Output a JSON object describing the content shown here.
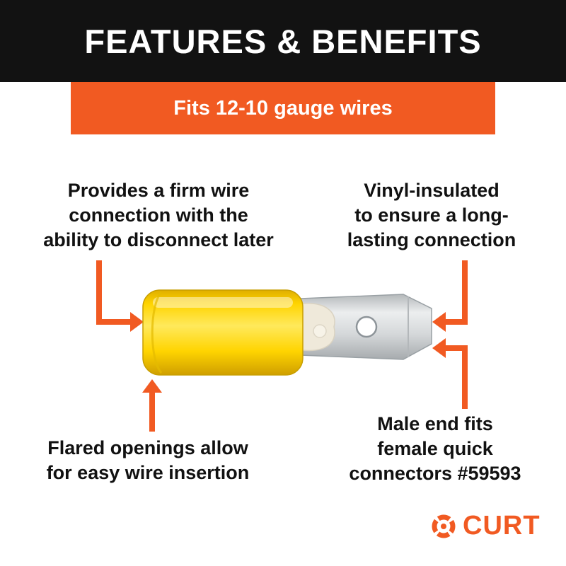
{
  "colors": {
    "header_bg": "#121212",
    "accent_orange": "#F15A22",
    "terminal_yellow": "#FFD900",
    "metal_gray": "#D3D6D8",
    "text_black": "#111111"
  },
  "header": {
    "title": "FEATURES & BENEFITS"
  },
  "banner": {
    "text": "Fits 12-10 gauge wires"
  },
  "callouts": {
    "firm_connection": {
      "lines": [
        "Provides a firm wire",
        "connection with the",
        "ability to disconnect later"
      ]
    },
    "vinyl_insulated": {
      "lines": [
        "Vinyl-insulated",
        "to ensure a long-",
        "lasting connection"
      ]
    },
    "flared_openings": {
      "lines": [
        "Flared openings allow",
        "for easy wire insertion"
      ]
    },
    "male_end": {
      "lines": [
        "Male end fits",
        "female quick",
        "connectors #59593"
      ]
    }
  },
  "logo": {
    "brand": "CURT"
  }
}
